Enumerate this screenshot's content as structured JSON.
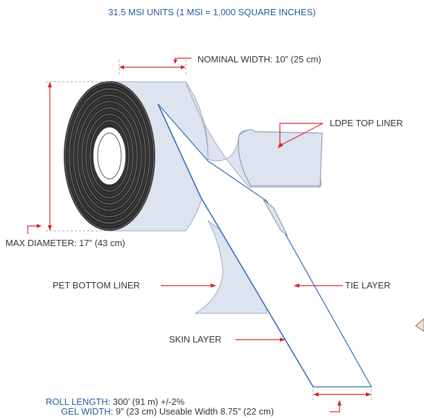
{
  "header": {
    "title": "31.5 MSI UNITS (1 MSI = 1,000 SQUARE INCHES)"
  },
  "callouts": {
    "nominal_width": "NOMINAL WIDTH: 10” (25 cm)",
    "ldpe_top_liner": "LDPE TOP LINER",
    "max_diameter": "MAX DIAMETER: 17” (43 cm)",
    "pet_bottom_liner": "PET BOTTOM LINER",
    "tie_layer": "TIE LAYER",
    "skin_layer": "SKIN LAYER"
  },
  "footer": {
    "roll_length_label": "ROLL LENGTH",
    "roll_length_value": ": 300’ (91 m) +/-2%",
    "gel_width_label": "GEL WIDTH",
    "gel_width_value": ": 9” (23 cm) Useable Width 8.75” (22 cm)"
  },
  "colors": {
    "title_blue": "#1f5b9a",
    "liner_fill": "#dde3ef",
    "callout_red": "#d9232a",
    "roll_dark": "#2b2b2b",
    "edge_blue": "#2c66b0"
  }
}
